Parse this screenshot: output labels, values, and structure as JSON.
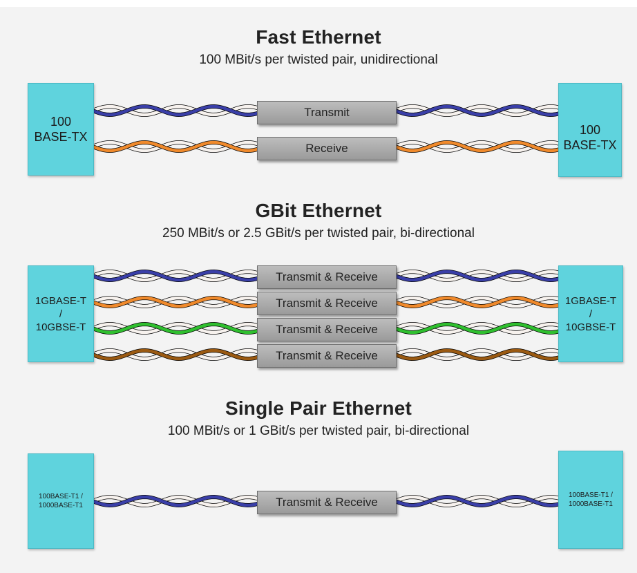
{
  "colors": {
    "box": "#5fd3dd",
    "label_box": "#a8a8a8",
    "wire_blue": "#3a3fa8",
    "wire_orange": "#f08a2c",
    "wire_green": "#2fbf2f",
    "wire_brown": "#9b5a12",
    "wire_white": "#f7f2ee"
  },
  "sections": [
    {
      "title": "Fast Ethernet",
      "subtitle": "100 MBit/s per twisted pair, unidirectional",
      "left_device": "100\nBASE-TX",
      "right_device": "100\nBASE-TX",
      "pairs": [
        {
          "label": "Transmit",
          "color": "blue"
        },
        {
          "label": "Receive",
          "color": "orange"
        }
      ]
    },
    {
      "title": "GBit Ethernet",
      "subtitle": "250 MBit/s or 2.5 GBit/s per twisted pair, bi-directional",
      "left_device": "1GBASE-T\n/\n10GBSE-T",
      "right_device": "1GBASE-T\n/\n10GBSE-T",
      "pairs": [
        {
          "label": "Transmit & Receive",
          "color": "blue"
        },
        {
          "label": "Transmit & Receive",
          "color": "orange"
        },
        {
          "label": "Transmit & Receive",
          "color": "green"
        },
        {
          "label": "Transmit & Receive",
          "color": "brown"
        }
      ]
    },
    {
      "title": "Single Pair Ethernet",
      "subtitle": "100 MBit/s or 1 GBit/s per twisted pair, bi-directional",
      "left_device": "100BASE-T1 /\n1000BASE-T1",
      "right_device": "100BASE-T1 /\n1000BASE-T1",
      "pairs": [
        {
          "label": "Transmit & Receive",
          "color": "blue"
        }
      ]
    }
  ]
}
